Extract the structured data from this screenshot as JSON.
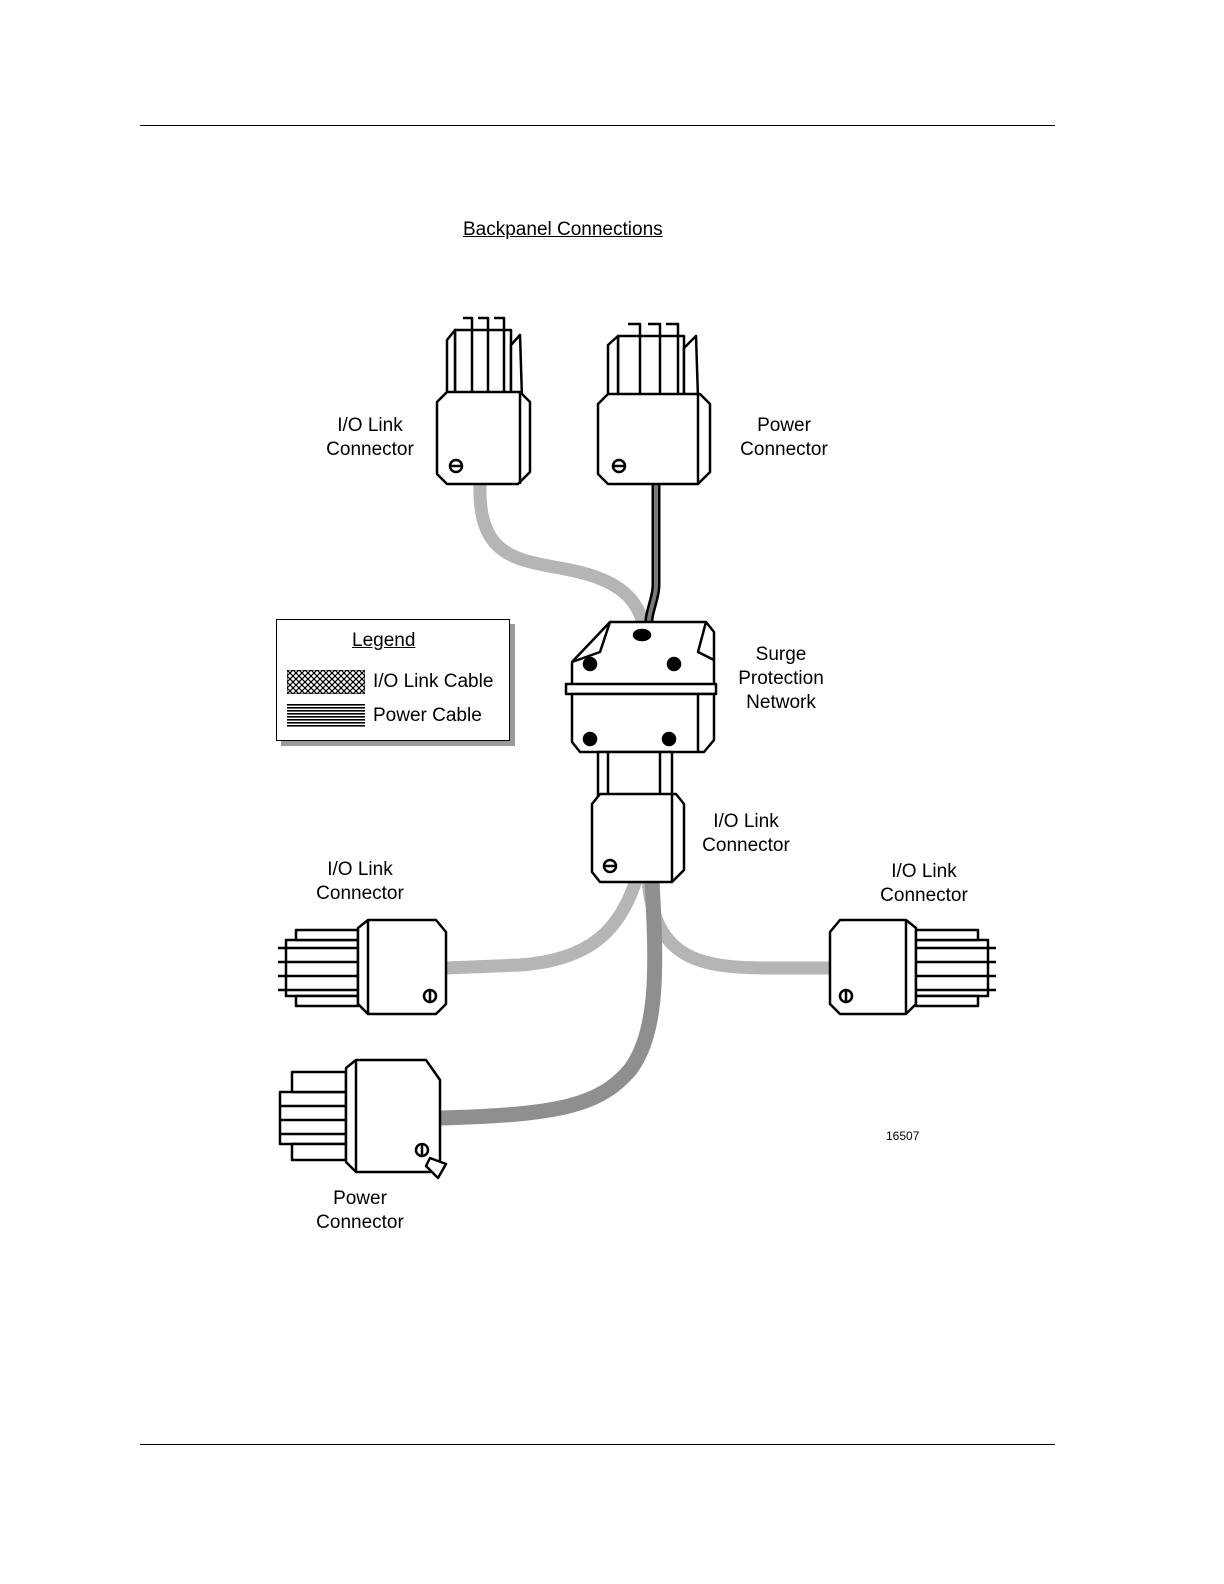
{
  "figure_title": "Backpanel Connections",
  "figure_number": "16507",
  "legend": {
    "title": "Legend",
    "io_link_cable": "I/O Link Cable",
    "power_cable": "Power Cable"
  },
  "labels": {
    "top_io_link": [
      "I/O Link",
      "Connector"
    ],
    "top_power": [
      "Power",
      "Connector"
    ],
    "surge": [
      "Surge",
      "Protection",
      "Network"
    ],
    "mid_io_link": [
      "I/O Link",
      "Connector"
    ],
    "left_io_link": [
      "I/O Link",
      "Connector"
    ],
    "right_io_link": [
      "I/O Link",
      "Connector"
    ],
    "bottom_power": [
      "Power",
      "Connector"
    ]
  }
}
